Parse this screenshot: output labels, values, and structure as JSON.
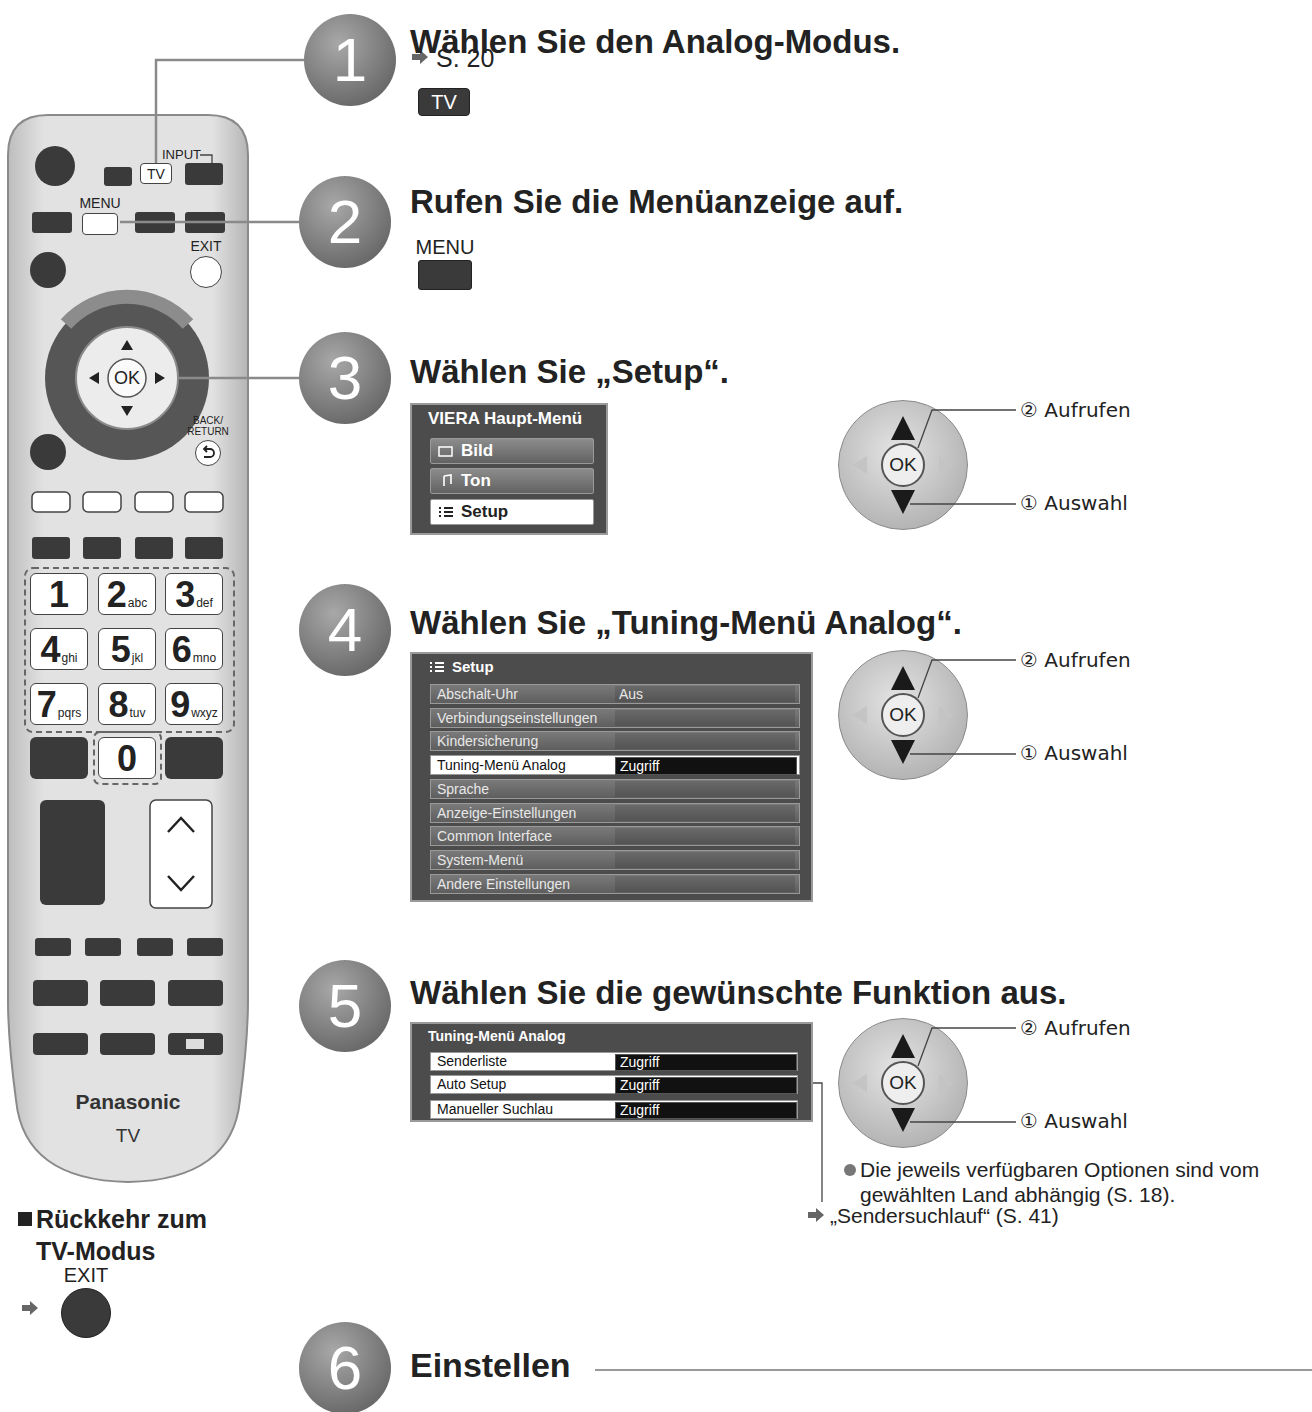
{
  "diagram": {
    "nodes": [
      {
        "text": [
          "Panasonic",
          "TV"
        ]
      },
      {
        "text": [
          "TV"
        ],
        "in": 0
      },
      {
        "text": [
          "MENU"
        ],
        "in": 0
      },
      {
        "text": [
          "EXIT"
        ],
        "in": 0
      },
      {
        "text": [
          "OK"
        ],
        "in": 0
      },
      {
        "text": [
          "BACK/ RETURN"
        ],
        "in": 0
      },
      {
        "text": [
          "1"
        ],
        "in": 0
      },
      {
        "text": [
          "2",
          "abc"
        ],
        "in": 0
      },
      {
        "text": [
          "3",
          "def"
        ],
        "in": 0
      },
      {
        "text": [
          "4",
          "ghi"
        ],
        "in": 0
      },
      {
        "text": [
          "5",
          "jkl"
        ],
        "in": 0
      },
      {
        "text": [
          "6",
          "mno"
        ],
        "in": 0
      },
      {
        "text": [
          "7",
          "pqrs"
        ],
        "in": 0
      },
      {
        "text": [
          "8",
          "tuv"
        ],
        "in": 0
      },
      {
        "text": [
          "9",
          "wxyz"
        ],
        "in": 0
      },
      {
        "text": [
          "0"
        ],
        "in": 0
      },
      {
        "text": [
          "1"
        ]
      },
      {
        "text": [
          "TV"
        ]
      },
      {
        "text": [
          "2"
        ]
      },
      {
        "text": [
          "MENU"
        ]
      },
      {
        "text": [
          "3"
        ]
      },
      {
        "text": [
          "VIERA Haupt-Menü"
        ]
      },
      {
        "text": [
          "Bild"
        ],
        "in": 21
      },
      {
        "text": [
          "Ton"
        ],
        "in": 21
      },
      {
        "text": [
          "Setup"
        ],
        "in": 21
      },
      {
        "text": [
          "OK"
        ]
      },
      {
        "text": [
          "4"
        ]
      },
      {
        "text": [
          "Setup"
        ]
      },
      {
        "text": [
          "Abschalt-Uhr",
          "Aus"
        ],
        "in": 27
      },
      {
        "text": [
          "Verbindungseinstellungen"
        ],
        "in": 27
      },
      {
        "text": [
          "Kindersicherung"
        ],
        "in": 27
      },
      {
        "text": [
          "Tuning-Menü Analog",
          "Zugriff"
        ],
        "in": 27
      },
      {
        "text": [
          "Sprache"
        ],
        "in": 27
      },
      {
        "text": [
          "Anzeige-Einstellungen"
        ],
        "in": 27
      },
      {
        "text": [
          "Common Interface"
        ],
        "in": 27
      },
      {
        "text": [
          "System-Menü"
        ],
        "in": 27
      },
      {
        "text": [
          "Andere Einstellungen"
        ],
        "in": 27
      },
      {
        "text": [
          "OK"
        ]
      },
      {
        "text": [
          "5"
        ]
      },
      {
        "text": [
          "Tuning-Menü Analog"
        ]
      },
      {
        "text": [
          "Senderliste",
          "Zugriff"
        ],
        "in": 39
      },
      {
        "text": [
          "Auto Setup",
          "Zugriff"
        ],
        "in": 39
      },
      {
        "text": [
          "Manueller Suchlau",
          "Zugriff"
        ],
        "in": 39
      },
      {
        "text": [
          "OK"
        ]
      },
      {
        "text": [
          "6"
        ]
      },
      {
        "text": [
          "EXIT"
        ]
      }
    ],
    "edges": [
      {
        "from": 1,
        "to": 16,
        "arrow": "none"
      },
      {
        "from": 2,
        "to": 18,
        "arrow": "none"
      },
      {
        "from": 4,
        "to": 20,
        "arrow": "none"
      }
    ],
    "labels": [
      "INPUT",
      "Wählen Sie den Analog-Modus.",
      "S. 20",
      "Rufen Sie die Menüanzeige auf.",
      "Wählen Sie „Setup“.",
      "② Aufrufen",
      "① Auswahl",
      "Wählen Sie „Tuning-Menü Analog“.",
      "② Aufrufen",
      "① Auswahl",
      "Wählen Sie die gewünschte Funktion aus.",
      "② Aufrufen",
      "① Auswahl",
      "Die jeweils verfügbaren Optionen sind vom gewählten Land abhängig (S. 18).",
      "„Sendersuchlauf“ (S. 41)",
      "Rückkehr zum TV-Modus",
      "Einstellen"
    ]
  }
}
